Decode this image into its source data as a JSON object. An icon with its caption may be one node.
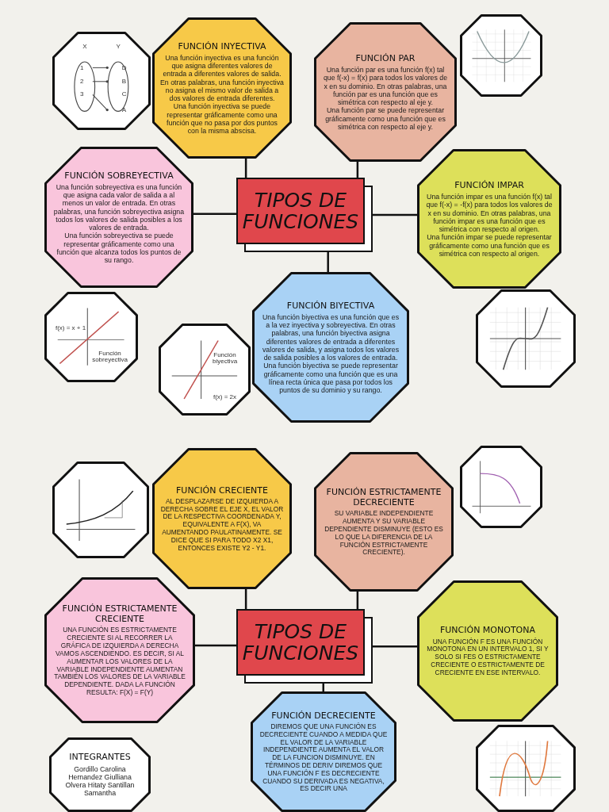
{
  "diagram": {
    "nodes": [
      {
        "text": [],
        "shape": "picture"
      },
      {
        "text": [
          "FUNCIÓN INYECTIVA",
          "Una función inyectiva es una función que asigna diferentes valores de entrada a diferentes valores de salida. En otras palabras, una función inyectiva no asigna el mismo valor de salida a dos valores de entrada diferentes.",
          "Una función inyectiva se puede representar gráficamente como una función que no pasa por dos puntos con la misma abscisa."
        ]
      },
      {
        "text": [
          "FUNCIÓN PAR",
          "Una función par es una función f(x) tal que f(-x) = f(x) para todos los valores de x en su dominio. En otras palabras, una función par es una función que es simétrica con respecto al eje y.",
          "Una función par se puede representar gráficamente como una función que es simétrica con respecto al eje y."
        ]
      },
      {
        "text": [],
        "shape": "picture"
      },
      {
        "text": [
          "FUNCIÓN SOBREYECTIVA",
          "Una función sobreyectiva es una función que asigna cada valor de salida a al menos un valor de entrada. En otras palabras, una función sobreyectiva asigna todos los valores de salida posibles a los valores de entrada.",
          "Una función sobreyectiva se puede representar gráficamente como una función que alcanza todos los puntos de su rango."
        ]
      },
      {
        "text": [
          "TIPOS DE FUNCIONES"
        ]
      },
      {
        "text": [
          "FUNCIÓN IMPAR",
          "Una función impar es una función f(x) tal que f(-x) = -f(x) para todos los valores de x en su dominio. En otras palabras, una función impar es una función que es simétrica con respecto al origen.",
          "Una función impar se puede representar gráficamente como una función que es simétrica con respecto al origen."
        ]
      },
      {
        "text": [],
        "shape": "picture"
      },
      {
        "text": [],
        "shape": "picture"
      },
      {
        "text": [
          "FUNCIÓN BIYECTIVA",
          "Una función biyectiva es una función que es a la vez inyectiva y sobreyectiva. En otras palabras, una función biyectiva asigna diferentes valores de entrada a diferentes valores de salida, y asigna todos los valores de salida posibles a los valores de entrada.",
          "Una función biyectiva se puede representar gráficamente como una función que es una línea recta única que pasa por todos los puntos de su dominio y su rango."
        ]
      },
      {
        "text": [],
        "shape": "picture"
      },
      {
        "text": [],
        "shape": "picture"
      },
      {
        "text": [
          "FUNCIÓN CRECIENTE",
          "AL DESPLAZARSE DE IZQUIERDA A DERECHA SOBRE EL EJE X, EL VALOR DE LA RESPECTIVA COORDENADA Y, EQUIVALENTE A F(X), VA AUMENTANDO PAULATINAMENTE. SE DICE QUE SI PARA TODO X2 X1, ENTONCES EXISTE Y2 - Y1."
        ]
      },
      {
        "text": [
          "FUNCIÓN ESTRICTAMENTE DECRECIENTE",
          "SU VARIABLE INDEPENDIENTE AUMENTA Y SU VARIABLE DEPENDIENTE DISMINUYE (ESTO ES LO QUE LA DIFERENCIA DE LA FUNCIÓN ESTRICTAMENTE CRECIENTE)."
        ]
      },
      {
        "text": [],
        "shape": "picture"
      },
      {
        "text": [
          "FUNCIÓN ESTRICTAMENTE CRECIENTE",
          "UNA FUNCIÓN ES ESTRICTAMENTE CRECIENTE SI AL RECORRER LA GRÁFICA DE IZQUIERDA A DERECHA VAMOS ASCENDIENDO. ES DECIR, SI AL AUMENTAR LOS VALORES DE LA VARIABLE INDEPENDIENTE AUMENTAN TAMBIÉN LOS VALORES DE LA VARIABLE DEPENDIENTE. DADA LA FUNCIÓN RESULTA: F(X) = F(Y)"
        ]
      },
      {
        "text": [
          "TIPOS DE FUNCIONES"
        ]
      },
      {
        "text": [
          "FUNCIÓN MONOTONA",
          "UNA FUNCIÓN F ES UNA FUNCIÓN MONOTONA EN UN INTERVALO 1, SI Y SOLO SI FES O ESTRICTAMENTE CRECIENTE O ESTRICTAMENTE DE CRECIENTE EN ESE INTERVALO."
        ]
      },
      {
        "text": [
          "INTEGRANTES",
          "Gordillo Carolina Hernandez Giulliana Olvera Hitaty Santillan Samantha"
        ]
      },
      {
        "text": [
          "FUNCIÓN DECRECIENTE",
          "DIREMOS QUE UNA FUNCIÓN ES DECRECIENTE CUANDO A MEDIDA QUE EL VALOR DE LA VARIABLE INDEPENDIENTE AUMENTA EL VALOR DE LA FUNCION DISMINUYE. EN TÉRMINOS DE DERIV DIREMOS QUE UNA FUNCIÓN F ES DECRECIENTE CUANDO SU DERIVADA ES NEGATIVA, ES DECIR UNA"
        ]
      },
      {
        "text": [],
        "shape": "picture"
      }
    ],
    "edges": [
      {
        "from": 5,
        "to": 1,
        "arrow": "none"
      },
      {
        "from": 5,
        "to": 2,
        "arrow": "none"
      },
      {
        "from": 5,
        "to": 4,
        "arrow": "none"
      },
      {
        "from": 5,
        "to": 6,
        "arrow": "none"
      },
      {
        "from": 5,
        "to": 9,
        "arrow": "none"
      },
      {
        "from": 16,
        "to": 12,
        "arrow": "none"
      },
      {
        "from": 16,
        "to": 13,
        "arrow": "none"
      },
      {
        "from": 16,
        "to": 15,
        "arrow": "none"
      },
      {
        "from": 16,
        "to": 17,
        "arrow": "none"
      },
      {
        "from": 16,
        "to": 19,
        "arrow": "none"
      }
    ],
    "labels": [
      "X",
      "Y",
      "1",
      "D",
      "2",
      "B",
      "3",
      "C",
      "A",
      "f(x) = x + 1",
      "Función sobreyectiva",
      "Función biyectiva",
      "f(x) = 2x"
    ]
  }
}
